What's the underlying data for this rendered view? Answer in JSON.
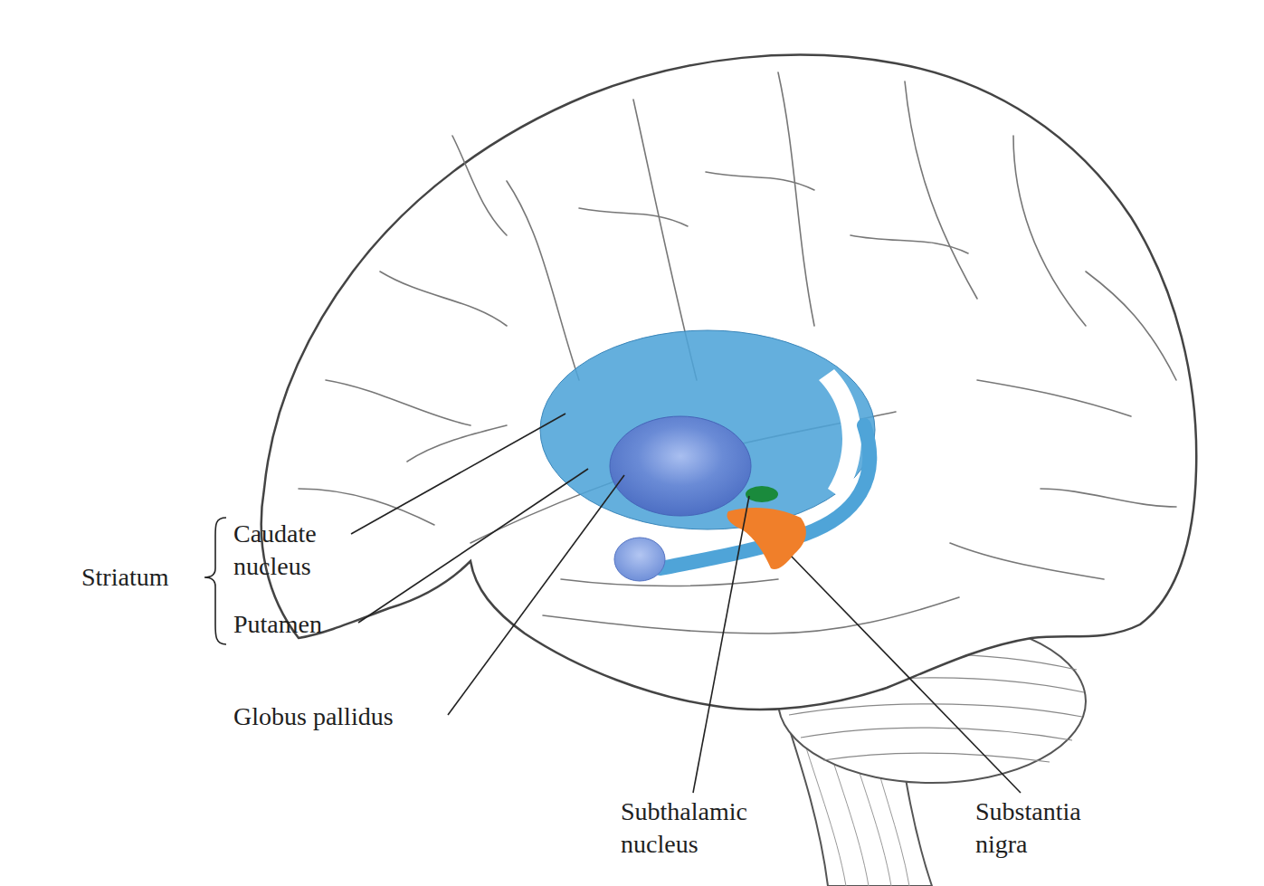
{
  "diagram": {
    "labels": [
      "Striatum",
      "Caudate nucleus",
      "Putamen",
      "Globus pallidus",
      "Subthalamic nucleus",
      "Substantia nigra"
    ]
  }
}
